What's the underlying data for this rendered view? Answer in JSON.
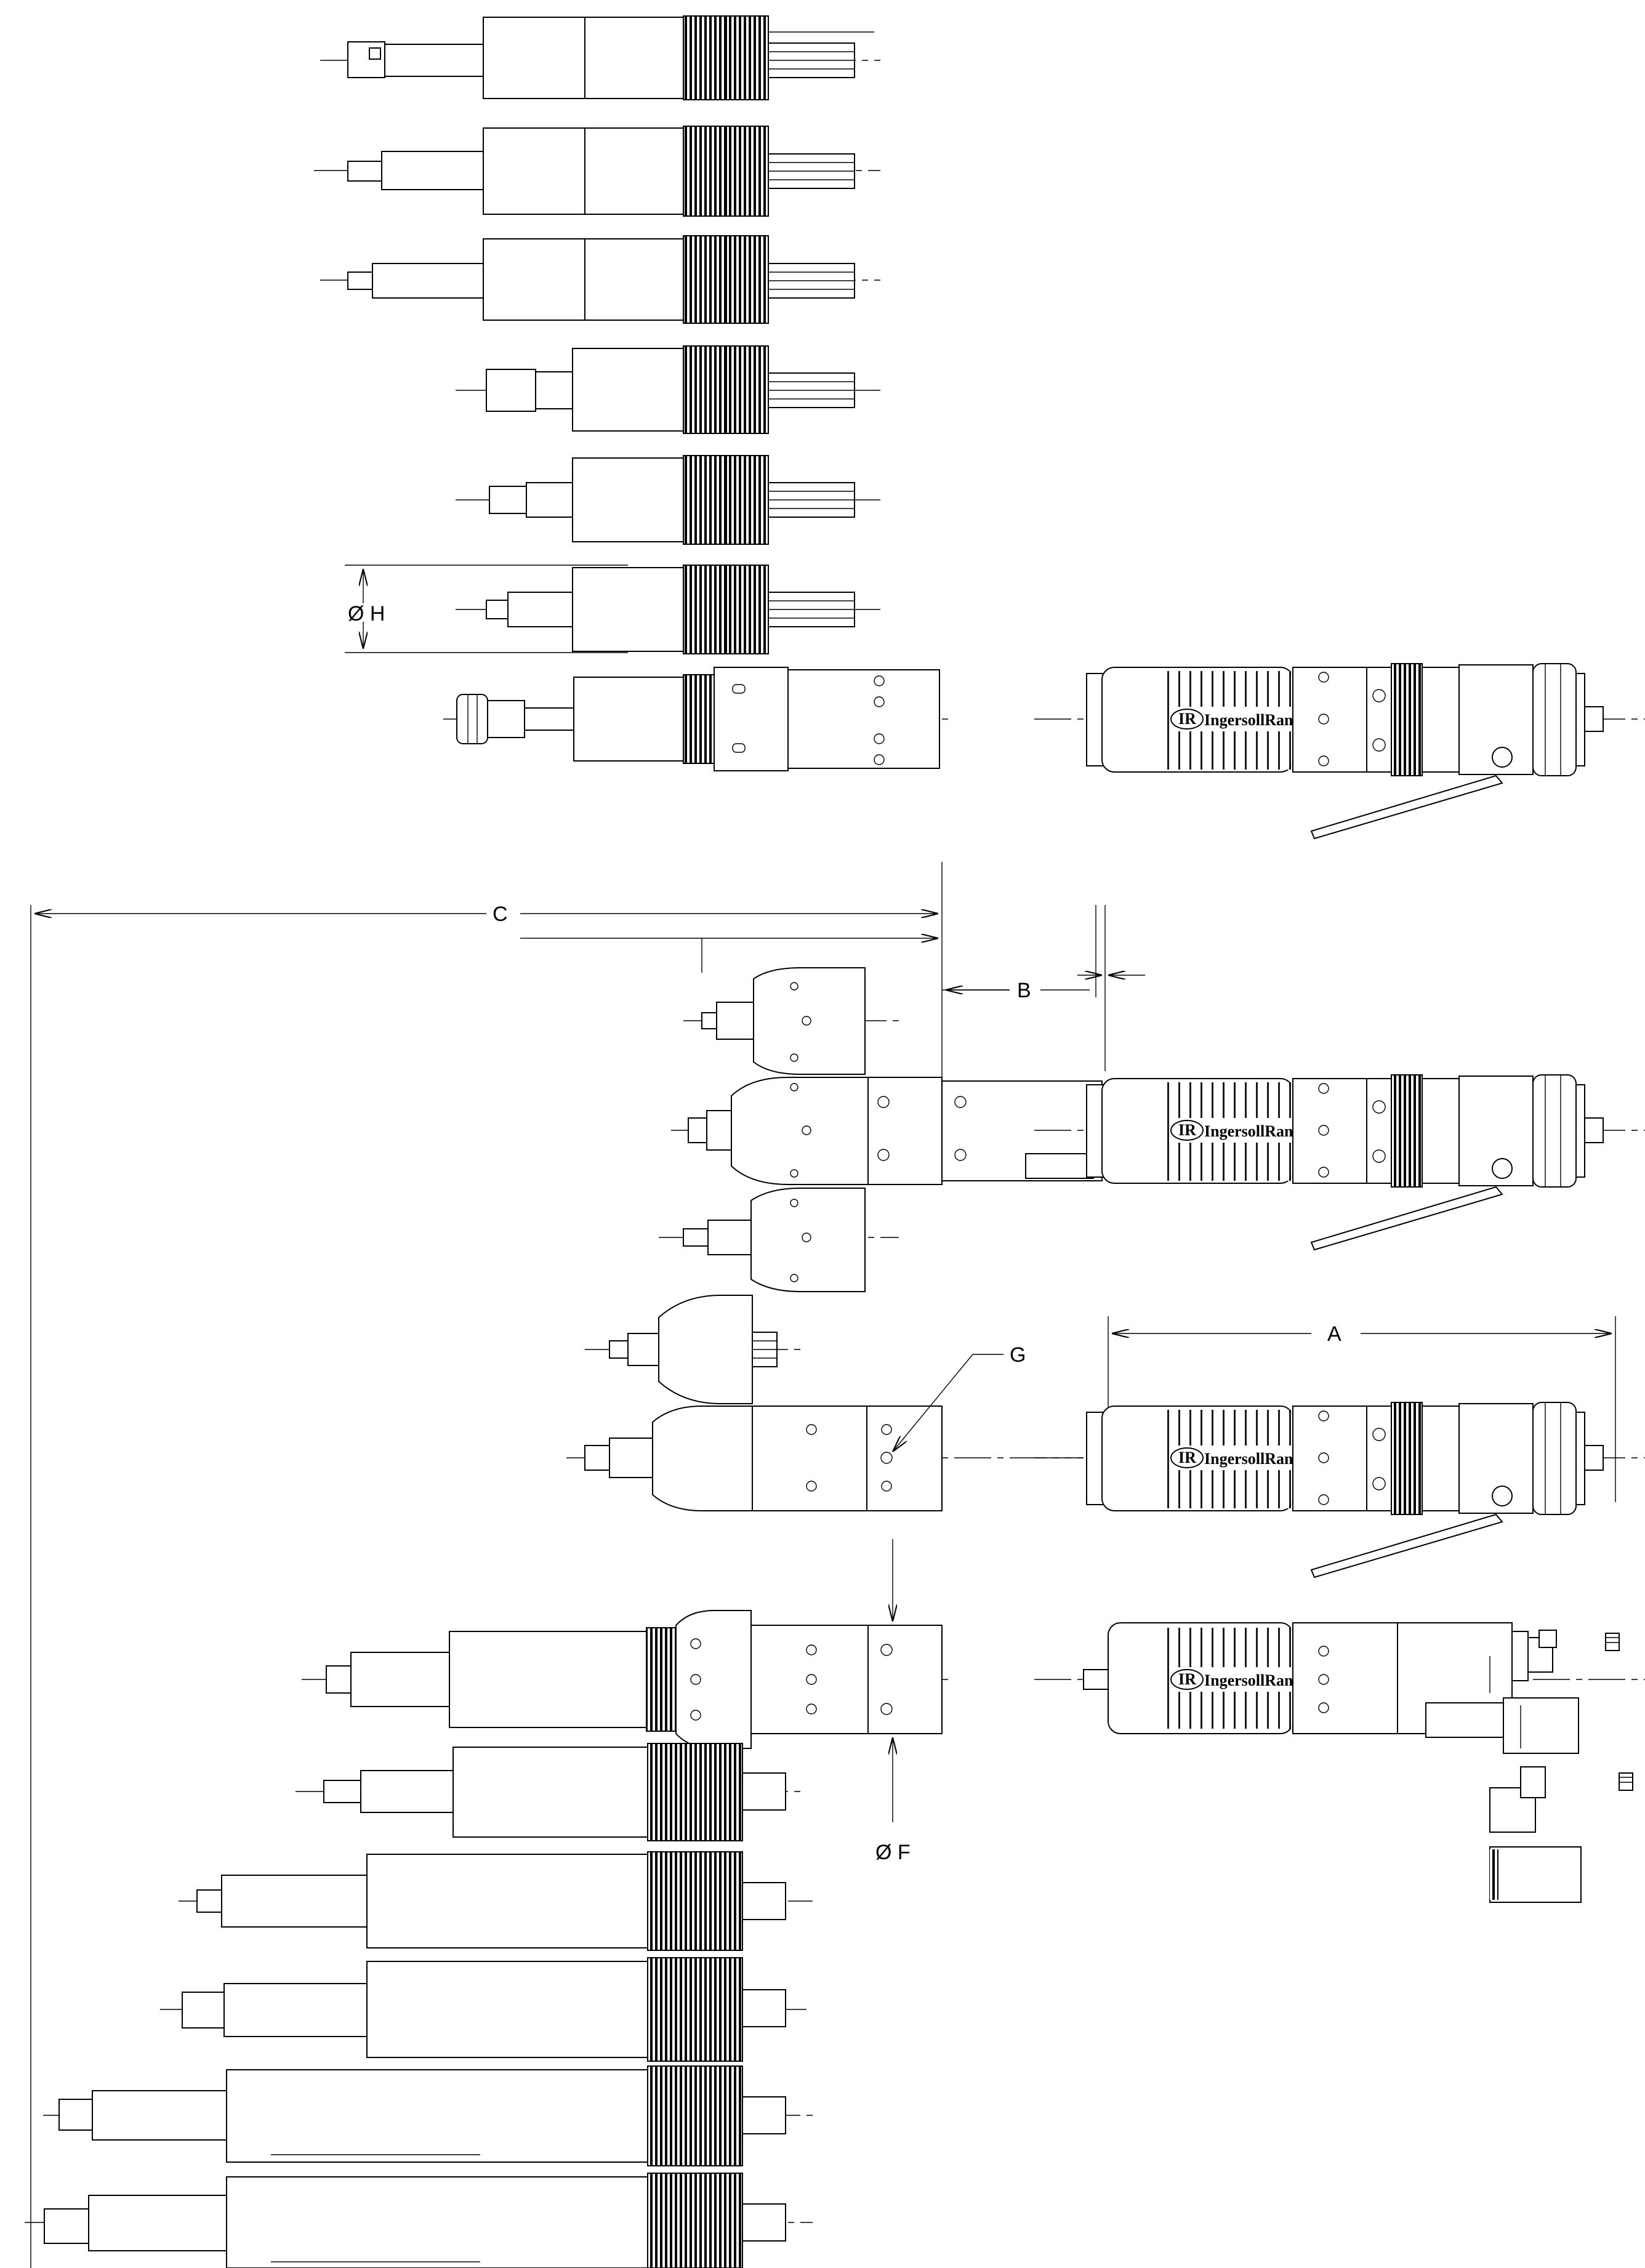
{
  "dimension_labels": {
    "A": "A",
    "B": "B",
    "C": "C",
    "F": "Ø F",
    "G": "G",
    "H": "Ø H"
  },
  "brand": {
    "text": "IngersollRand",
    "logo_letters": "IR"
  }
}
